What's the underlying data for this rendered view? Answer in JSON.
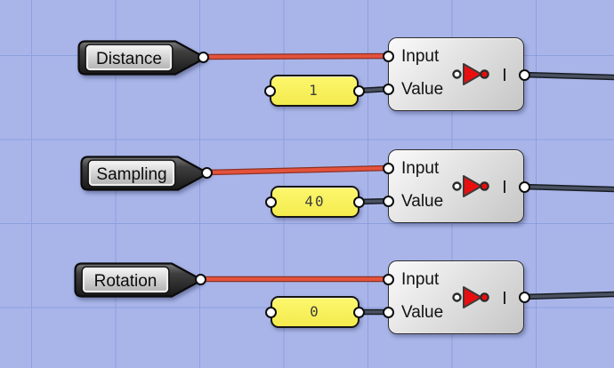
{
  "canvas": {
    "background_color": "#a9b5e9",
    "grid_line_color": "#8da0de"
  },
  "colors": {
    "wire_red": "#e4523b",
    "wire_dark": "#434a58",
    "panel_yellow": "#f8f15e",
    "icon_red": "#ea0e0e"
  },
  "groups": [
    {
      "tag_label": "Distance",
      "panel_value": "1",
      "component": {
        "input_label": "Input",
        "value_label": "Value",
        "output_label": "I"
      }
    },
    {
      "tag_label": "Sampling",
      "panel_value": "40",
      "component": {
        "input_label": "Input",
        "value_label": "Value",
        "output_label": "I"
      }
    },
    {
      "tag_label": "Rotation",
      "panel_value": "0",
      "component": {
        "input_label": "Input",
        "value_label": "Value",
        "output_label": "I"
      }
    }
  ]
}
